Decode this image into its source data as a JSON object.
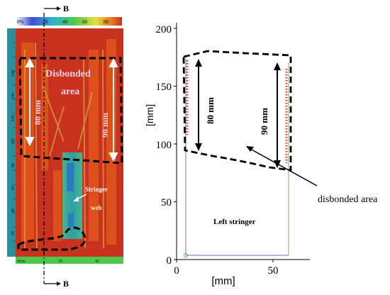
{
  "scan": {
    "section_marker_top": "B",
    "section_marker_bottom": "B",
    "colorbar_ticks": [
      "0%",
      "20",
      "40",
      "60",
      "80"
    ],
    "y_ruler_ticks": [
      "160",
      "140",
      "120",
      "100",
      "80",
      "60",
      "40",
      "20"
    ],
    "x_ruler_ticks": [
      "0mm",
      "20",
      "40"
    ],
    "label_disbonded_line1": "Disbonded",
    "label_disbonded_line2": "area",
    "label_80mm": "80 mm",
    "label_90mm": "90 mm",
    "label_stringer_line1": "Stringer",
    "label_stringer_line2": "web"
  },
  "plot": {
    "y_axis_label": "[mm]",
    "x_axis_label": "[mm]",
    "y_ticks": [
      "0",
      "50",
      "100",
      "150",
      "200"
    ],
    "x_ticks": [
      "0",
      "50"
    ],
    "label_80mm": "80 mm",
    "label_90mm": "90 mm",
    "label_disbonded_area": "disbonded area",
    "label_left_stringer": "Left stringer"
  },
  "colors": {
    "scan_red": "#c8321e",
    "scan_orange": "#e25a1a",
    "scan_green": "#3fae7a",
    "scan_blue": "#2a6fc8",
    "ruler_teal": "#2d8f9c",
    "dot_red": "#e0302a"
  }
}
